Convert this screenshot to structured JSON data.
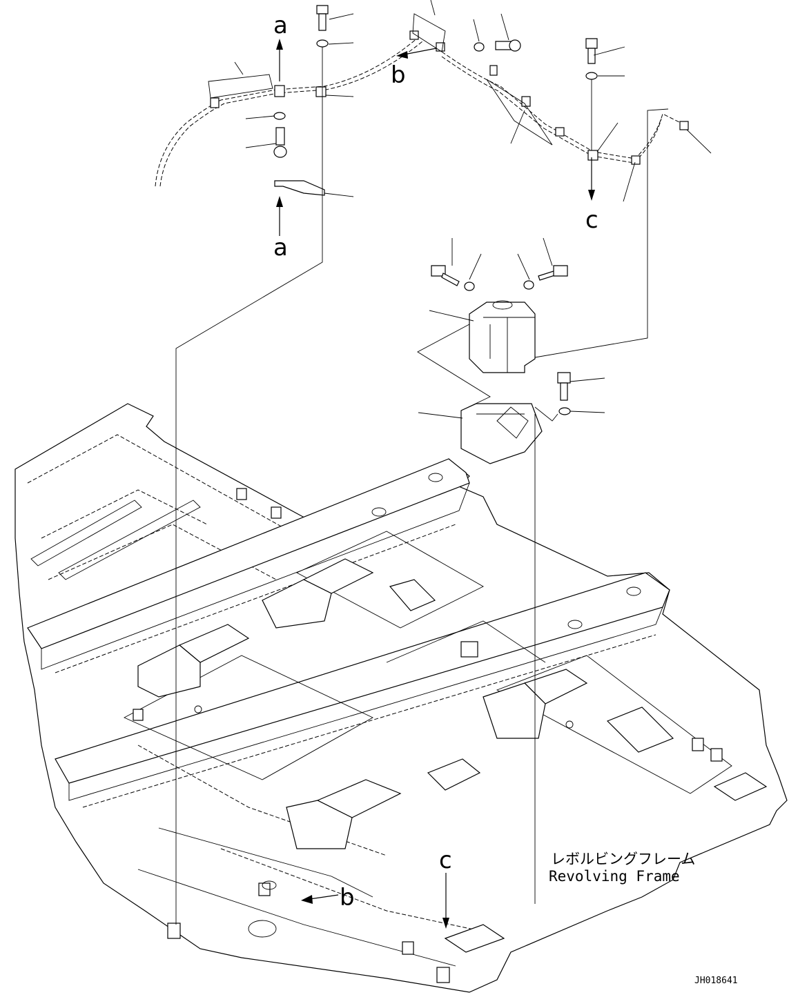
{
  "diagram": {
    "frame_label_jp": "レボルビングフレーム",
    "frame_label_en": "Revolving Frame",
    "drawing_code": "JH018641",
    "view_letters": {
      "a_top": "a",
      "a_bottom": "a",
      "b_top": "b",
      "b_bottom": "b",
      "c_top": "c",
      "c_bottom": "c"
    }
  }
}
